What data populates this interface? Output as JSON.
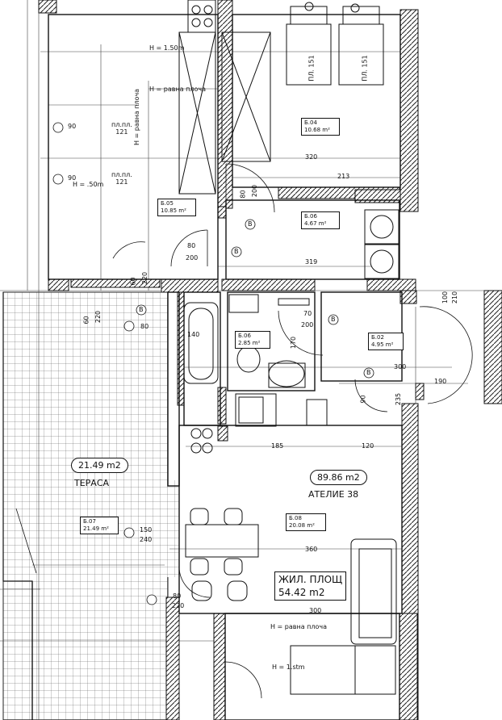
{
  "rooms": {
    "bedroom": {
      "code": "Б.04",
      "area": "10.68 m²"
    },
    "hall": {
      "code": "Б.05",
      "area": "10.85 m²"
    },
    "entry": {
      "code": "Б.06",
      "area": "4.67 m²"
    },
    "bath": {
      "code": "Б.06",
      "area": "2.85 m²"
    },
    "wc": {
      "code": "Б.02",
      "area": "4.95 m²"
    },
    "living": {
      "code": "Б.08",
      "area": "20.08 m²"
    },
    "terrace_tag": {
      "code": "Б.07",
      "area": "21.49 m²"
    }
  },
  "terrace": {
    "area": "21.49 m2",
    "name": "ТЕРАСА"
  },
  "atelier": {
    "area": "89.86 m2",
    "name": "АТЕЛИЕ 38"
  },
  "living_area": {
    "title": "ЖИЛ. ПЛОЩ",
    "value": "54.42 m2"
  },
  "notes": {
    "h150": "H = 1.50m",
    "h_ravna": "H = равна плоча",
    "h_ravna2": "H = равна плоча",
    "h_ravna3": "H = равна плоча",
    "h_50": "H = .50m",
    "h_1_stm": "H = 1.stm"
  },
  "plates": {
    "p1": {
      "label": "пл.пл.",
      "value": "121"
    },
    "p2": {
      "label": "пл.пл.",
      "value": "121"
    },
    "p3": {
      "value": "90"
    },
    "p4": {
      "value": "90"
    }
  },
  "dims": {
    "d1": "80",
    "d2": "200",
    "d3": "80",
    "d4": "200",
    "d5": "70",
    "d6": "200",
    "d7": "60",
    "d8": "220",
    "d9": "60",
    "d10": "220",
    "d11": "80",
    "d12": "220",
    "d13": "90",
    "d14": "235",
    "d15": "100",
    "d16": "210",
    "d17": "150",
    "d18": "240",
    "d19": "80",
    "d20": "140",
    "d21": "320",
    "d22": "213",
    "d23": "319",
    "d24": "185",
    "d25": "120",
    "d26": "360",
    "d27": "300",
    "d28": "190",
    "d29": "300",
    "d30": "170"
  },
  "beds": {
    "b1": "ПЛ. 151",
    "b2": "ПЛ. 151"
  },
  "markers": {
    "b": "B"
  }
}
